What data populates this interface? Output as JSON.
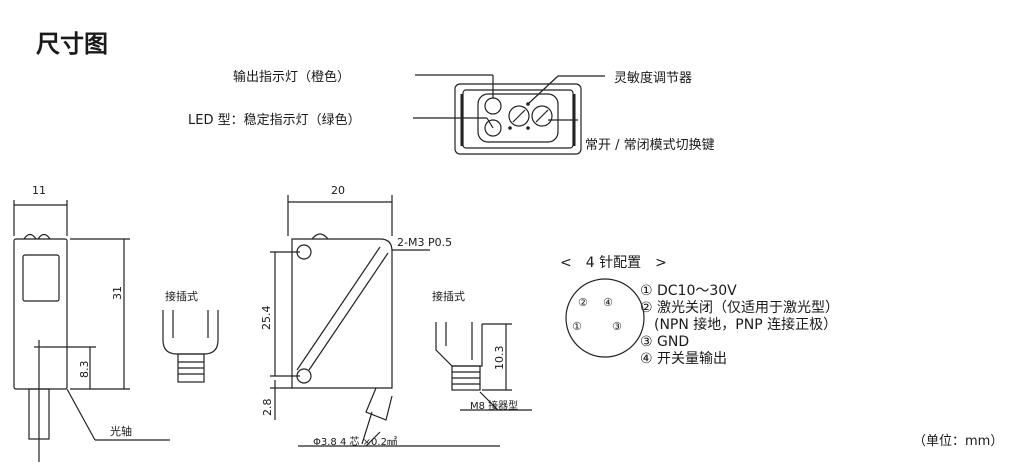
{
  "title": "尺寸图",
  "top_view": {
    "output_indicator": "输出指示灯（橙色）",
    "stable_indicator": "LED 型：稳定指示灯（绿色）",
    "sensitivity_adjuster": "灵敏度调节器",
    "mode_switch": "常开 / 常闭模式切换键"
  },
  "side_view": {
    "width": "11",
    "height": "31",
    "axis_offset": "8.3",
    "optical_axis": "光轴",
    "connector_label": "接插式"
  },
  "front_view": {
    "width": "20",
    "hole_spacing": "25.4",
    "bottom_offset": "2.8",
    "screw": "2-M3 P0.5",
    "cable": "Φ3.8 4 芯 ×0.2㎟",
    "connector_label": "接插式",
    "connector_height": "10.3",
    "connector_type": "M8 接器型"
  },
  "pinout": {
    "heading": "<　4 针配置　>",
    "pin1": "①",
    "pin2": "②",
    "pin3": "③",
    "pin4": "④",
    "items": [
      "① DC10～30V",
      "② 激光关闭（仅适用于激光型）",
      "　(NPN 接地，PNP 连接正极）",
      "③ GND",
      "④ 开关量输出"
    ]
  },
  "unit": "（单位：mm）"
}
